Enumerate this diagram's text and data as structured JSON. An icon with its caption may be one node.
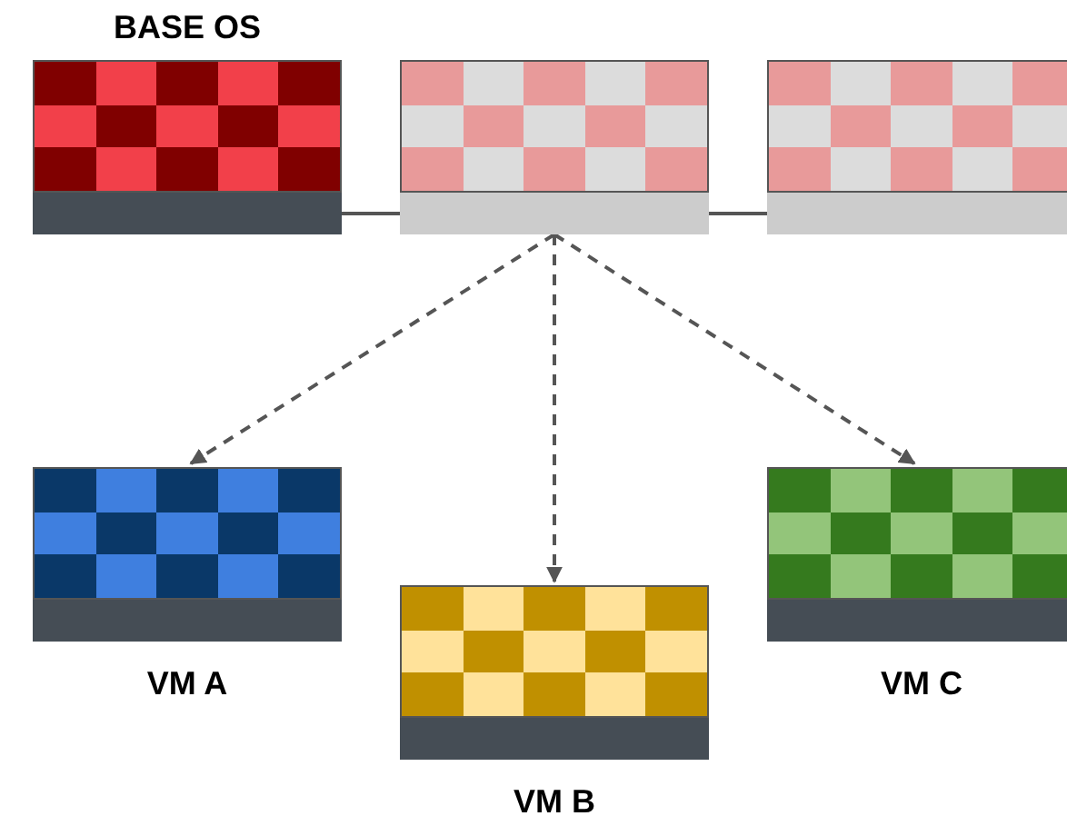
{
  "diagram": {
    "nodes": [
      {
        "text": [
          "BASE OS"
        ]
      },
      {
        "text": [],
        "shape": "box"
      },
      {
        "text": [],
        "shape": "box"
      },
      {
        "text": [
          "VM A"
        ]
      },
      {
        "text": [
          "VM B"
        ]
      },
      {
        "text": [
          "VM C"
        ]
      }
    ],
    "edges": [
      {
        "from": 0,
        "to": 1,
        "arrow": "none"
      },
      {
        "from": 1,
        "to": 2,
        "arrow": "none"
      },
      {
        "from": 1,
        "to": 3,
        "arrow": "to",
        "style": "dashed"
      },
      {
        "from": 1,
        "to": 4,
        "arrow": "to",
        "style": "dashed"
      },
      {
        "from": 1,
        "to": 5,
        "arrow": "to",
        "style": "dashed"
      }
    ]
  }
}
